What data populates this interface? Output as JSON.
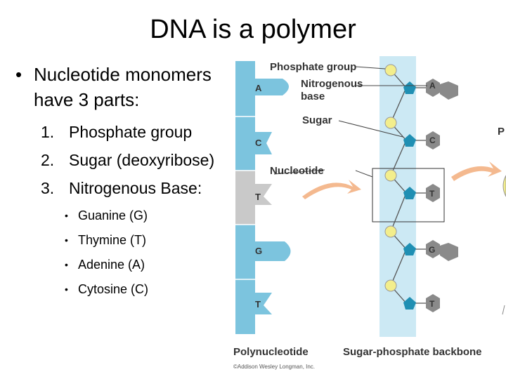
{
  "slide": {
    "title": "DNA is a polymer",
    "main_bullet": "Nucleotide monomers have 3 parts:",
    "parts": [
      {
        "num": "1.",
        "text": "Phosphate group"
      },
      {
        "num": "2.",
        "text": "Sugar (deoxyribose)"
      },
      {
        "num": "3.",
        "text": "Nitrogenous Base:"
      }
    ],
    "bases": [
      "Guanine (G)",
      "Thymine (T)",
      "Adenine (A)",
      "Cytosine (C)"
    ]
  },
  "figure": {
    "labels": {
      "phosphate_group": "Phosphate group",
      "nitrogenous_base_1": "Nitrogenous",
      "nitrogenous_base_2": "base",
      "sugar": "Sugar",
      "nucleotide": "Nucleotide",
      "polynucleotide": "Polynucleotide",
      "backbone": "Sugar-phosphate backbone",
      "copyright": "©Addison Wesley Longman, Inc.",
      "partial_right": "P"
    },
    "left_strand_bases": [
      "A",
      "C",
      "T",
      "G",
      "T"
    ],
    "right_strand_bases": [
      "A",
      "C",
      "T",
      "G",
      "T"
    ],
    "colors": {
      "strand_blue": "#7cc4de",
      "backbone_blue": "#cce9f4",
      "highlight_gray": "#c9c9c9",
      "phosphate_yellow": "#f3ee8c",
      "sugar_teal": "#1f8fb3",
      "base_gray": "#8a8a8a",
      "arrow_orange": "#f4b98f"
    }
  }
}
